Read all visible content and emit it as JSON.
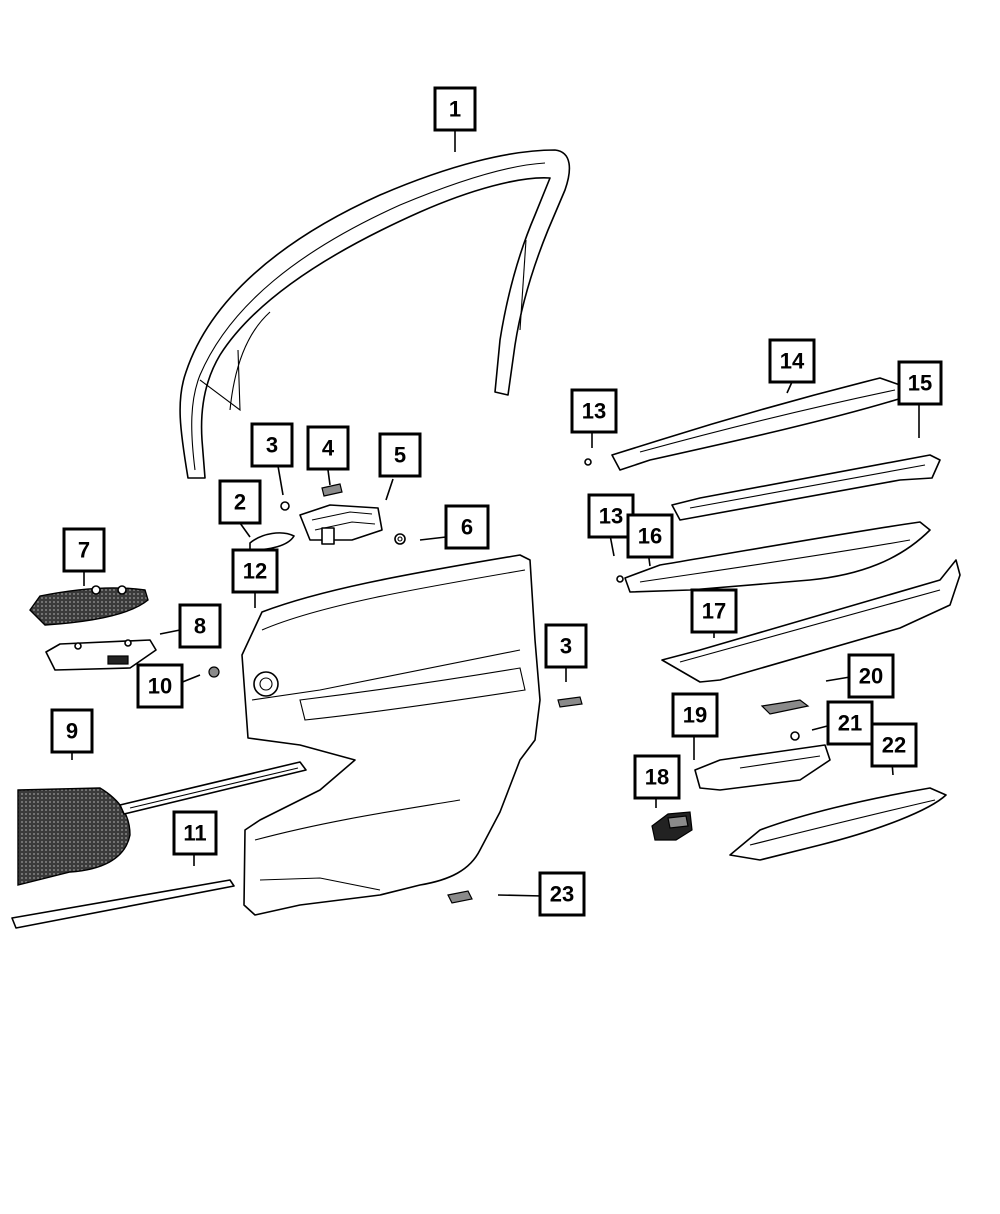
{
  "callouts": [
    {
      "id": "c1",
      "label": "1"
    },
    {
      "id": "c2",
      "label": "2"
    },
    {
      "id": "c3a",
      "label": "3"
    },
    {
      "id": "c3b",
      "label": "3"
    },
    {
      "id": "c4",
      "label": "4"
    },
    {
      "id": "c5",
      "label": "5"
    },
    {
      "id": "c6",
      "label": "6"
    },
    {
      "id": "c7",
      "label": "7"
    },
    {
      "id": "c8",
      "label": "8"
    },
    {
      "id": "c9",
      "label": "9"
    },
    {
      "id": "c10",
      "label": "10"
    },
    {
      "id": "c11",
      "label": "11"
    },
    {
      "id": "c12",
      "label": "12"
    },
    {
      "id": "c13a",
      "label": "13"
    },
    {
      "id": "c13b",
      "label": "13"
    },
    {
      "id": "c14",
      "label": "14"
    },
    {
      "id": "c15",
      "label": "15"
    },
    {
      "id": "c16",
      "label": "16"
    },
    {
      "id": "c17",
      "label": "17"
    },
    {
      "id": "c18",
      "label": "18"
    },
    {
      "id": "c19",
      "label": "19"
    },
    {
      "id": "c20",
      "label": "20"
    },
    {
      "id": "c21",
      "label": "21"
    },
    {
      "id": "c22",
      "label": "22"
    },
    {
      "id": "c23",
      "label": "23"
    }
  ],
  "colors": {
    "line": "#000000",
    "background": "#ffffff"
  }
}
